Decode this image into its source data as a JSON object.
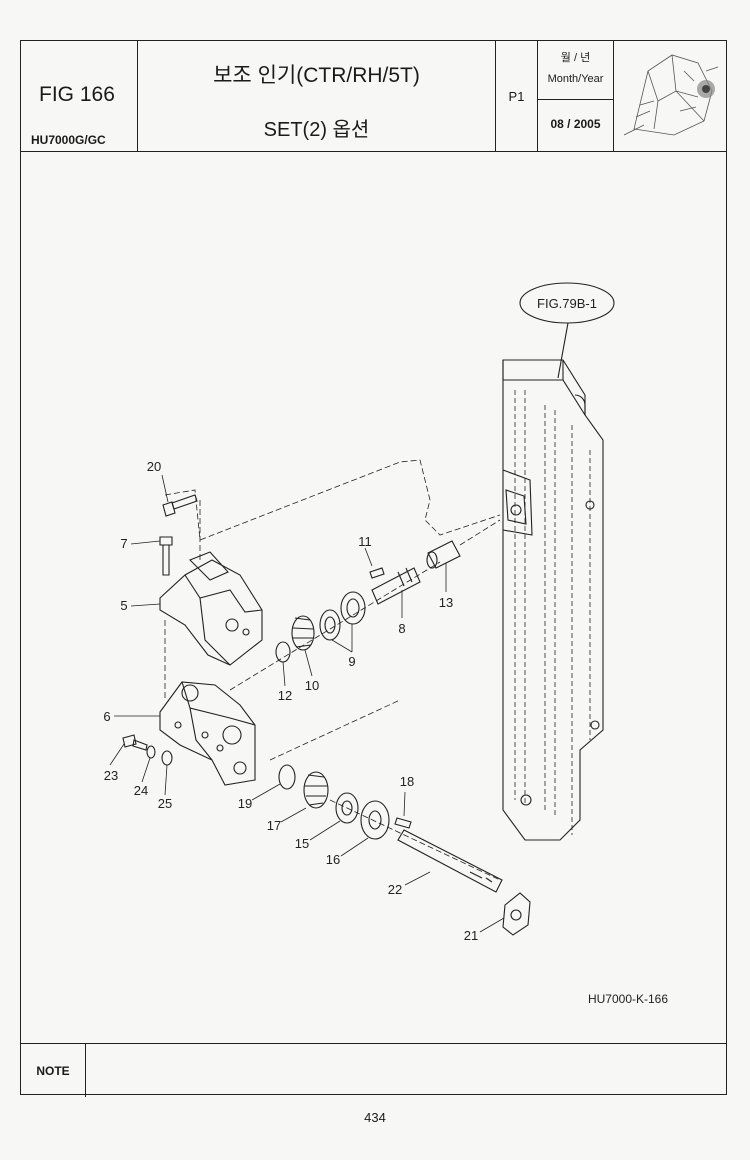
{
  "header": {
    "fig_no": "FIG 166",
    "model": "HU7000G/GC",
    "title_line1": "보조 인기(CTR/RH/5T)",
    "title_line2": "SET(2) 옵션",
    "page": "P1",
    "month_year_korean": "월 / 년",
    "month_year_english": "Month/Year",
    "date": "08 / 2005"
  },
  "diagram": {
    "reference_label": "FIG.79B-1",
    "drawing_code": "HU7000-K-166",
    "callouts": [
      "20",
      "7",
      "5",
      "11",
      "13",
      "8",
      "9",
      "12",
      "10",
      "6",
      "23",
      "24",
      "25",
      "19",
      "17",
      "18",
      "15",
      "16",
      "22",
      "21"
    ]
  },
  "note_label": "NOTE",
  "page_number": "434"
}
